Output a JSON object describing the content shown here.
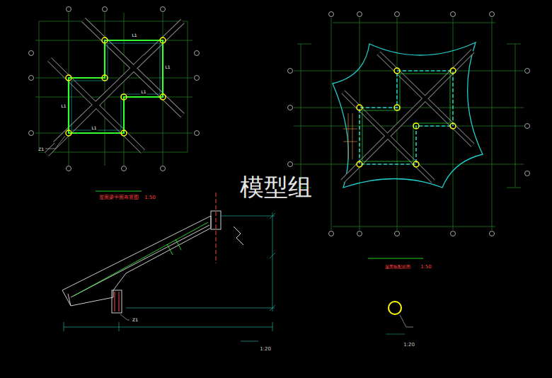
{
  "diagram": {
    "labels": [
      "模型组",
      "屋面梁平面布置图",
      "1:50",
      "屋面板配筋图",
      "1:50",
      "1:20",
      "1:20",
      "L1",
      "L1",
      "L1",
      "L1",
      "L1",
      "Z1",
      "Z1"
    ]
  }
}
